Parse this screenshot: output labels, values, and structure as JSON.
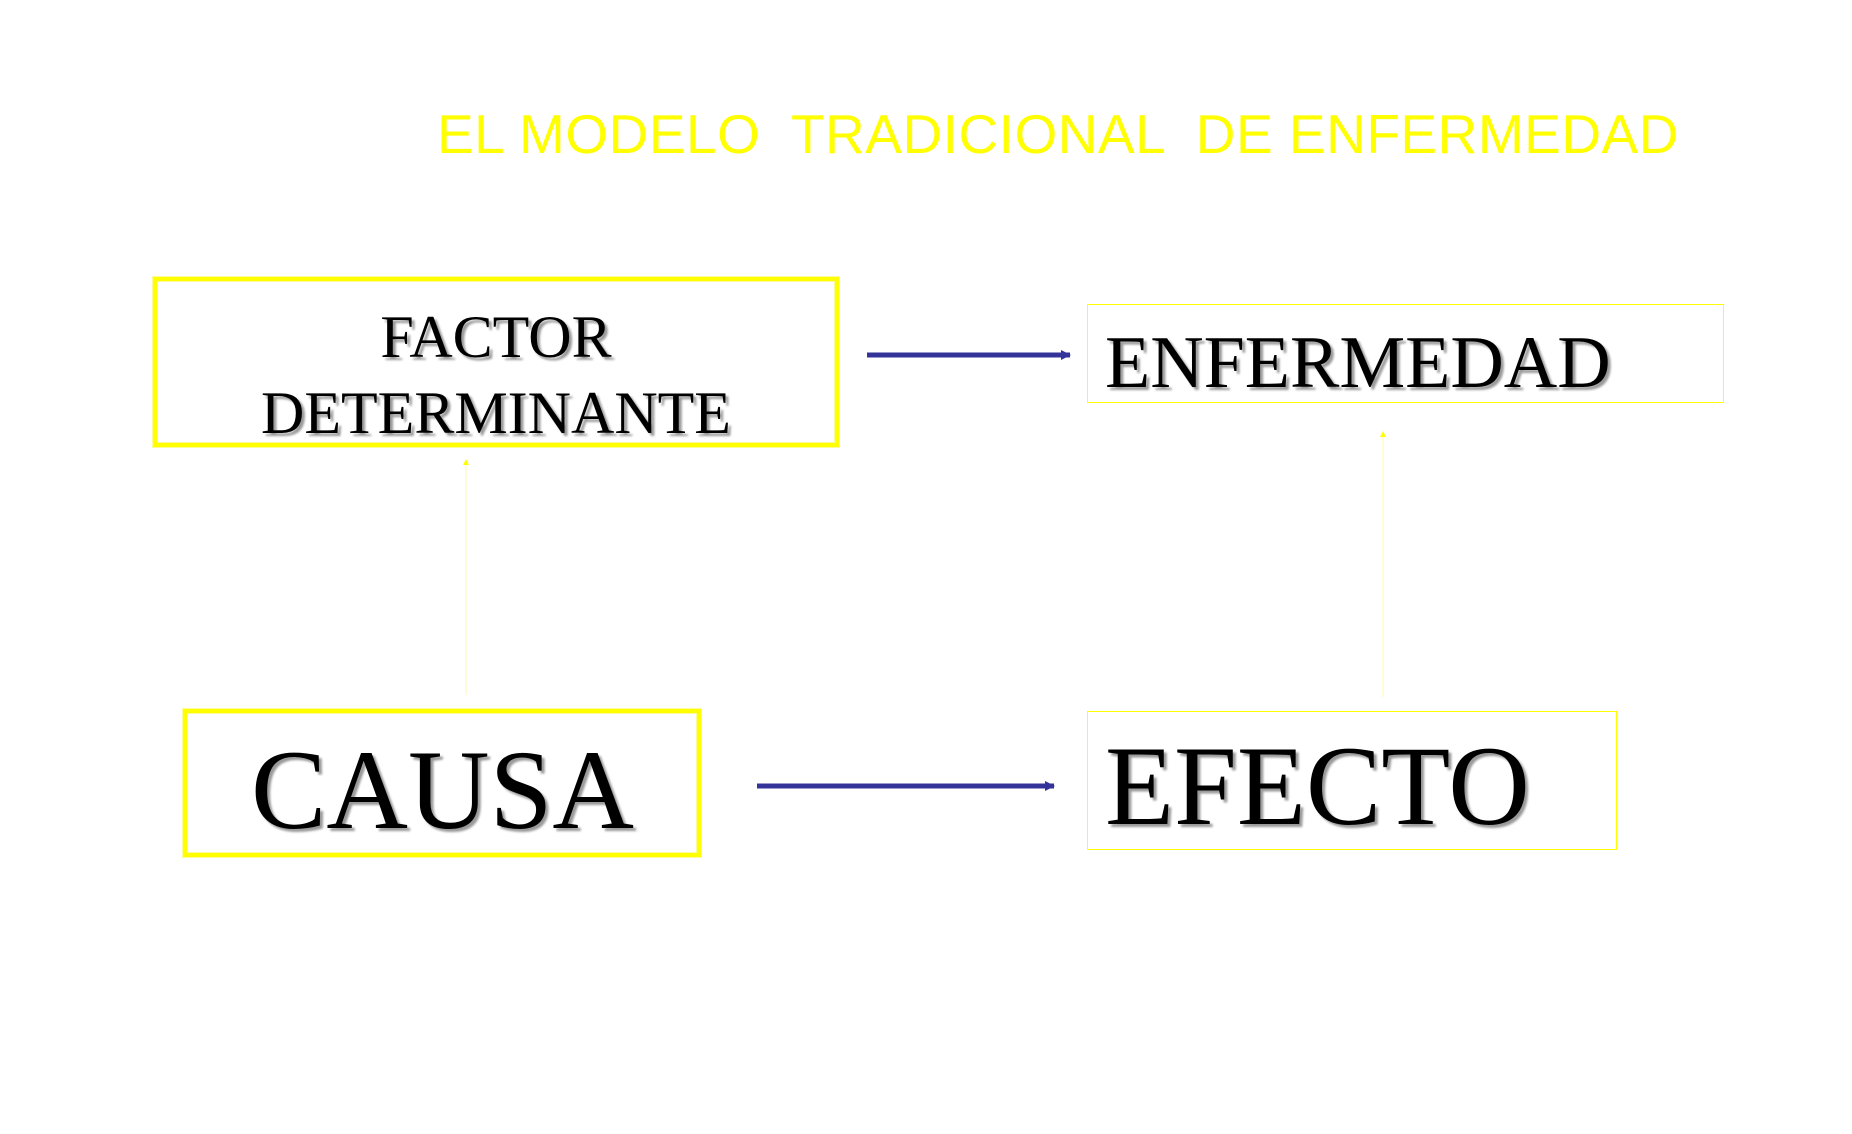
{
  "title": "EL MODELO  TRADICIONAL  DE ENFERMEDAD",
  "nodes": {
    "factor": "FACTOR\nDETERMINANTE",
    "enfermedad": "ENFERMEDAD",
    "causa": "CAUSA",
    "efecto": "EFECTO"
  },
  "edges": [
    {
      "from": "factor",
      "to": "enfermedad",
      "style": "solid",
      "color": "#333399"
    },
    {
      "from": "causa",
      "to": "efecto",
      "style": "solid",
      "color": "#333399"
    },
    {
      "from": "causa",
      "to": "factor",
      "style": "faint",
      "color": "#ffff00"
    },
    {
      "from": "efecto",
      "to": "enfermedad",
      "style": "faint",
      "color": "#ffff00"
    }
  ],
  "colors": {
    "title": "#ffff00",
    "box_border": "#ffff00",
    "arrow": "#333399",
    "text": "#000000",
    "background": "#ffffff"
  }
}
